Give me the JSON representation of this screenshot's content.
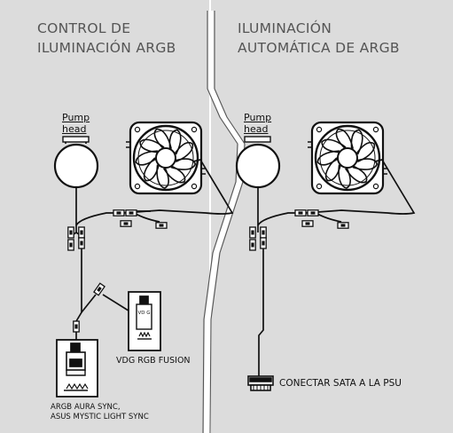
{
  "left": {
    "title_line1": "CONTROL DE",
    "title_line2": "ILUMINACIÓN ARGB",
    "pump_line1": "Pump",
    "pump_line2": "head",
    "vdg_label": "VDG RGB FUSION",
    "argb_line1": "ARGB AURA SYNC,",
    "argb_line2": "ASUS MYSTIC LIGHT SYNC"
  },
  "right": {
    "title_line1": "ILUMINACIÓN",
    "title_line2": "AUTOMÁTICA DE ARGB",
    "pump_line1": "Pump",
    "pump_line2": "head",
    "sata_label": "CONECTAR SATA A LA PSU"
  },
  "connector_glyph": "VD G",
  "colors": {
    "panel_background": "#dcdcdc",
    "title_text": "#555555",
    "line_art": "#111111",
    "divider": "#ffffff"
  }
}
